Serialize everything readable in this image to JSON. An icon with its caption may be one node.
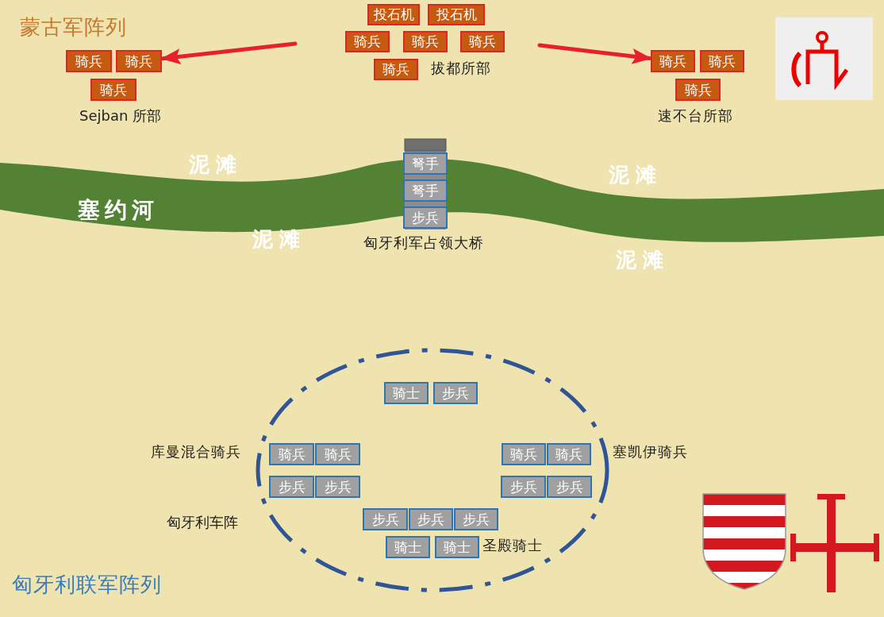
{
  "diagram": {
    "nodes": [
      {
        "text": [
          "投石机"
        ]
      },
      {
        "text": [
          "投石机"
        ]
      },
      {
        "text": [
          "骑兵"
        ]
      },
      {
        "text": [
          "骑兵"
        ]
      },
      {
        "text": [
          "骑兵"
        ]
      },
      {
        "text": [
          "骑兵"
        ]
      },
      {
        "text": [
          "骑兵"
        ]
      },
      {
        "text": [
          "骑兵"
        ]
      },
      {
        "text": [
          "骑兵"
        ]
      },
      {
        "text": [
          "骑兵"
        ]
      },
      {
        "text": [
          "骑兵"
        ]
      },
      {
        "text": [
          "骑兵"
        ]
      },
      {
        "text": [
          "弩手"
        ]
      },
      {
        "text": [
          "弩手"
        ]
      },
      {
        "text": [
          "步兵"
        ]
      },
      {
        "text": [],
        "shape": "circle",
        "beside": [
          "匈牙利车阵"
        ]
      },
      {
        "text": [
          "骑士"
        ],
        "in": 15
      },
      {
        "text": [
          "步兵"
        ],
        "in": 15
      },
      {
        "text": [
          "骑兵"
        ],
        "in": 15
      },
      {
        "text": [
          "骑兵"
        ],
        "in": 15
      },
      {
        "text": [
          "步兵"
        ],
        "in": 15
      },
      {
        "text": [
          "步兵"
        ],
        "in": 15
      },
      {
        "text": [
          "骑兵"
        ],
        "in": 15
      },
      {
        "text": [
          "骑兵"
        ],
        "in": 15
      },
      {
        "text": [
          "步兵"
        ],
        "in": 15
      },
      {
        "text": [
          "步兵"
        ],
        "in": 15
      },
      {
        "text": [
          "步兵"
        ],
        "in": 15
      },
      {
        "text": [
          "步兵"
        ],
        "in": 15
      },
      {
        "text": [
          "步兵"
        ],
        "in": 15
      },
      {
        "text": [
          "骑士"
        ],
        "in": 15
      },
      {
        "text": [
          "骑士"
        ],
        "in": 15
      }
    ],
    "edges": [
      {
        "from": null,
        "to": 7,
        "arrow": "to"
      },
      {
        "from": null,
        "to": 9,
        "arrow": "to"
      }
    ],
    "labels": [
      "蒙古军阵列",
      "拔都所部",
      "Sejban 所部",
      "速不台所部",
      "泥滩",
      "泥滩",
      "塞约河",
      "泥滩",
      "匈牙利军占领大桥",
      "泥滩",
      "库曼混合骑兵",
      "塞凯伊骑兵",
      "圣殿骑士",
      "匈牙利联军阵列"
    ]
  }
}
